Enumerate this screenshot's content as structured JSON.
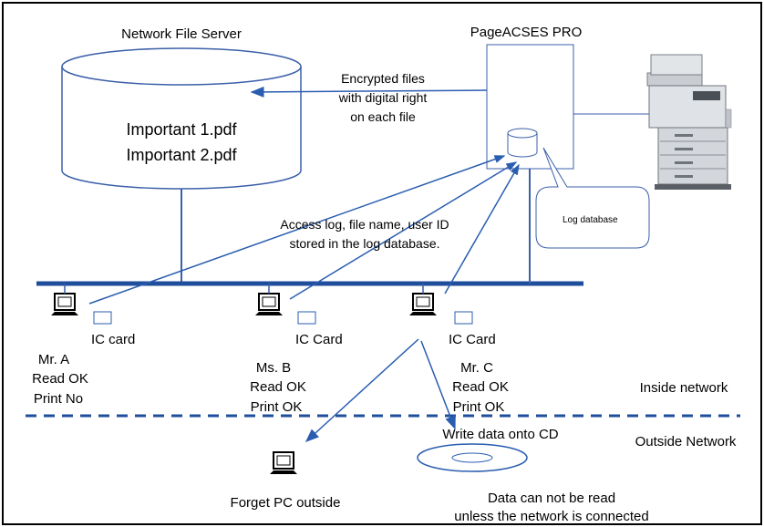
{
  "server": {
    "title": "Network File Server",
    "files": [
      "Important 1.pdf",
      "Important 2.pdf"
    ]
  },
  "pageacses": {
    "title": "PageACSES PRO",
    "encrypted_note": [
      "Encrypted files",
      "with digital right",
      "on each file"
    ],
    "log_callout": "Log database"
  },
  "access_log_note": [
    "Access log, file name, user ID",
    "stored in the log database."
  ],
  "clients": [
    {
      "card": "IC card",
      "lines": [
        "Mr. A",
        "Read OK",
        "Print No"
      ]
    },
    {
      "card": "IC Card",
      "lines": [
        "Ms. B",
        "Read OK",
        "Print OK"
      ]
    },
    {
      "card": "IC Card",
      "lines": [
        "Mr. C",
        "Read OK",
        "Print OK"
      ]
    }
  ],
  "zones": {
    "inside": "Inside network",
    "outside": "Outside Network"
  },
  "outside": {
    "pc_label": "Forget PC outside",
    "cd_label": "Write data onto CD",
    "cd_note": [
      "Data can not be read",
      "unless the network is connected"
    ]
  },
  "colors": {
    "network_bus": "#1f4e9c",
    "arrows": "#2a5db0",
    "outline": "#3b5fa8"
  }
}
